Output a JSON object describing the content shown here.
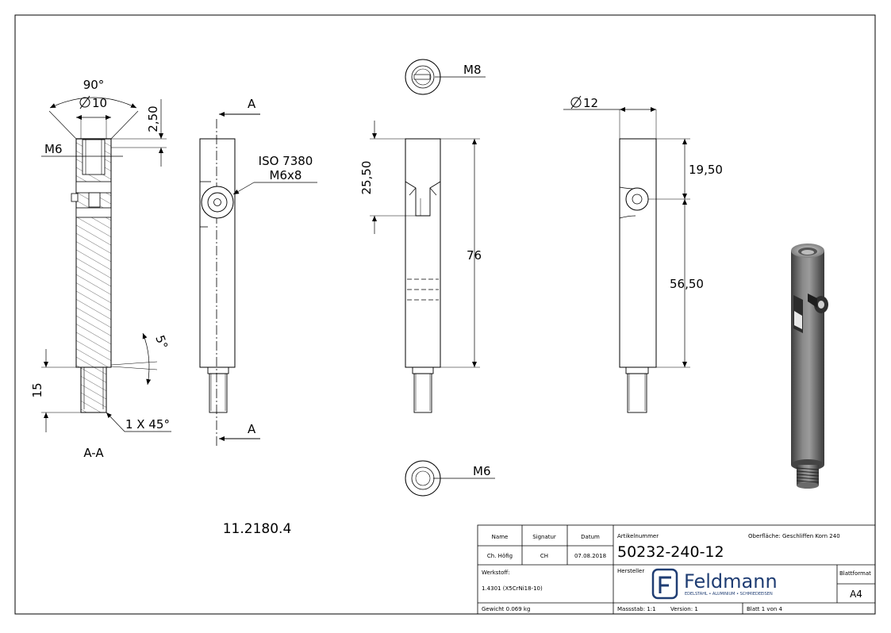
{
  "drawing_number": "11.2180.4",
  "section_view": {
    "label": "A-A",
    "angle": "90°",
    "diameter": "10",
    "countersink_depth": "2,50",
    "thread": "M6",
    "taper_angle": "5°",
    "thread_length": "15",
    "chamfer": "1 X 45°"
  },
  "front_view": {
    "cut_marker_top": "A",
    "cut_marker_bottom": "A",
    "pin_standard": "ISO 7380",
    "pin_size": "M6x8"
  },
  "side_view": {
    "top_thread": "M8",
    "slot_depth": "25,50",
    "length": "76",
    "bottom_thread": "M6"
  },
  "right_view": {
    "diameter": "12",
    "hole_position": "19,50",
    "lower_length": "56,50"
  },
  "title_block": {
    "col_name": "Name",
    "col_signature": "Signatur",
    "col_date": "Datum",
    "name": "Ch. Höfig",
    "signature": "CH",
    "date": "07.08.2018",
    "material_label": "Werkstoff:",
    "material": "1.4301 (X5CrNi18-10)",
    "weight": "Gewicht 0.069 kg",
    "article_label": "Artikelnummer",
    "article_number": "50232-240-12",
    "surface": "Oberfläche:  Geschliffen Korn 240",
    "manufacturer_label": "Hersteller",
    "company": "Feldmann",
    "company_tagline": "EDELSTAHL • ALUMINIUM • SCHMIEDEEISEN",
    "brand_color": "#1f3d73",
    "scale": "Massstab: 1:1",
    "version": "Version: 1",
    "sheet": "Blatt 1 von 4",
    "format_label": "Blattformat",
    "format": "A4"
  }
}
